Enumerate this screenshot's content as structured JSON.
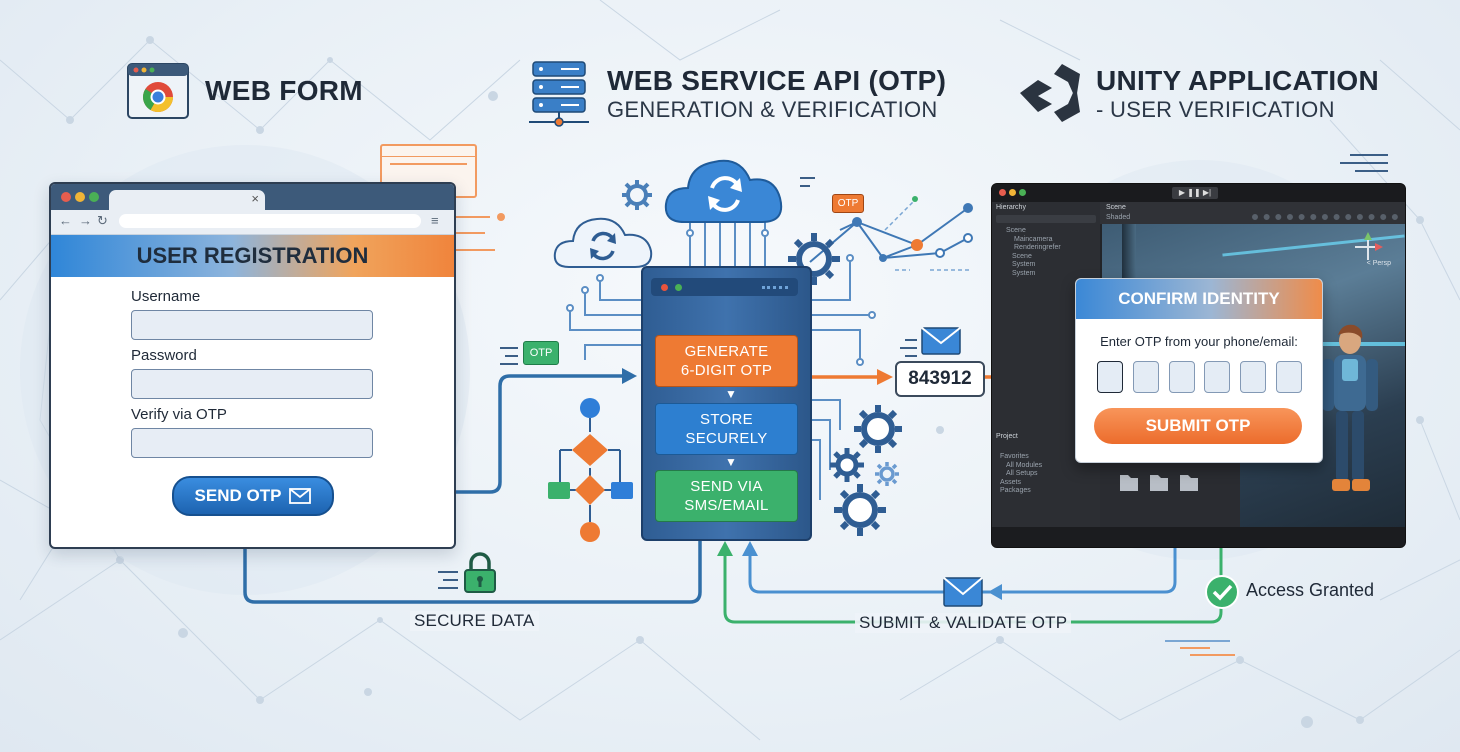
{
  "sections": {
    "web_form": {
      "title": "WEB FORM",
      "icon": "browser-icon"
    },
    "api": {
      "title": "WEB SERVICE API (OTP)",
      "subtitle": "GENERATION & VERIFICATION",
      "icon": "server-stack-icon"
    },
    "unity": {
      "title": "UNITY APPLICATION",
      "subtitle": "- USER VERIFICATION",
      "icon": "unity-logo-icon"
    }
  },
  "form": {
    "tab_close": "×",
    "heading": "USER REGISTRATION",
    "fields": [
      {
        "label": "Username",
        "value": ""
      },
      {
        "label": "Password",
        "value": ""
      },
      {
        "label": "Verify via OTP",
        "value": ""
      }
    ],
    "send_button": "SEND OTP"
  },
  "server": {
    "steps": [
      {
        "line1": "GENERATE",
        "line2": "6-DIGIT OTP",
        "color": "#ee7a33"
      },
      {
        "line1": "STORE",
        "line2": "SECURELY",
        "color": "#2d7fd0"
      },
      {
        "line1": "SEND VIA",
        "line2": "SMS/EMAIL",
        "color": "#3bb16c"
      }
    ]
  },
  "tags": {
    "otp_small": "OTP",
    "otp_badge": "OTP"
  },
  "otp_code": "843912",
  "unity_editor": {
    "hierarchy_title": "Hierarchy",
    "scene_tab": "Scene",
    "shaded": "Shaded",
    "tree": [
      "Scene",
      "Maincamera",
      "Renderingrefer",
      "Scene",
      "System",
      "System"
    ],
    "project_title": "Project",
    "project_items": [
      "Favorites",
      "All Modules",
      "All Setups",
      "Assets",
      "Packages"
    ],
    "persp": "< Persp"
  },
  "confirm": {
    "title": "CONFIRM IDENTITY",
    "prompt": "Enter OTP from your phone/email:",
    "digits": [
      "",
      "",
      "",
      "",
      "",
      ""
    ],
    "submit": "SUBMIT OTP"
  },
  "flows": {
    "secure_data": "SECURE DATA",
    "submit_validate": "SUBMIT & VALIDATE OTP",
    "access_granted": "Access Granted"
  },
  "colors": {
    "flow_blue": "#2f6ea8",
    "flow_orange": "#ee7a33",
    "flow_green": "#3bb16c",
    "flow_light_blue": "#4a90d0"
  }
}
